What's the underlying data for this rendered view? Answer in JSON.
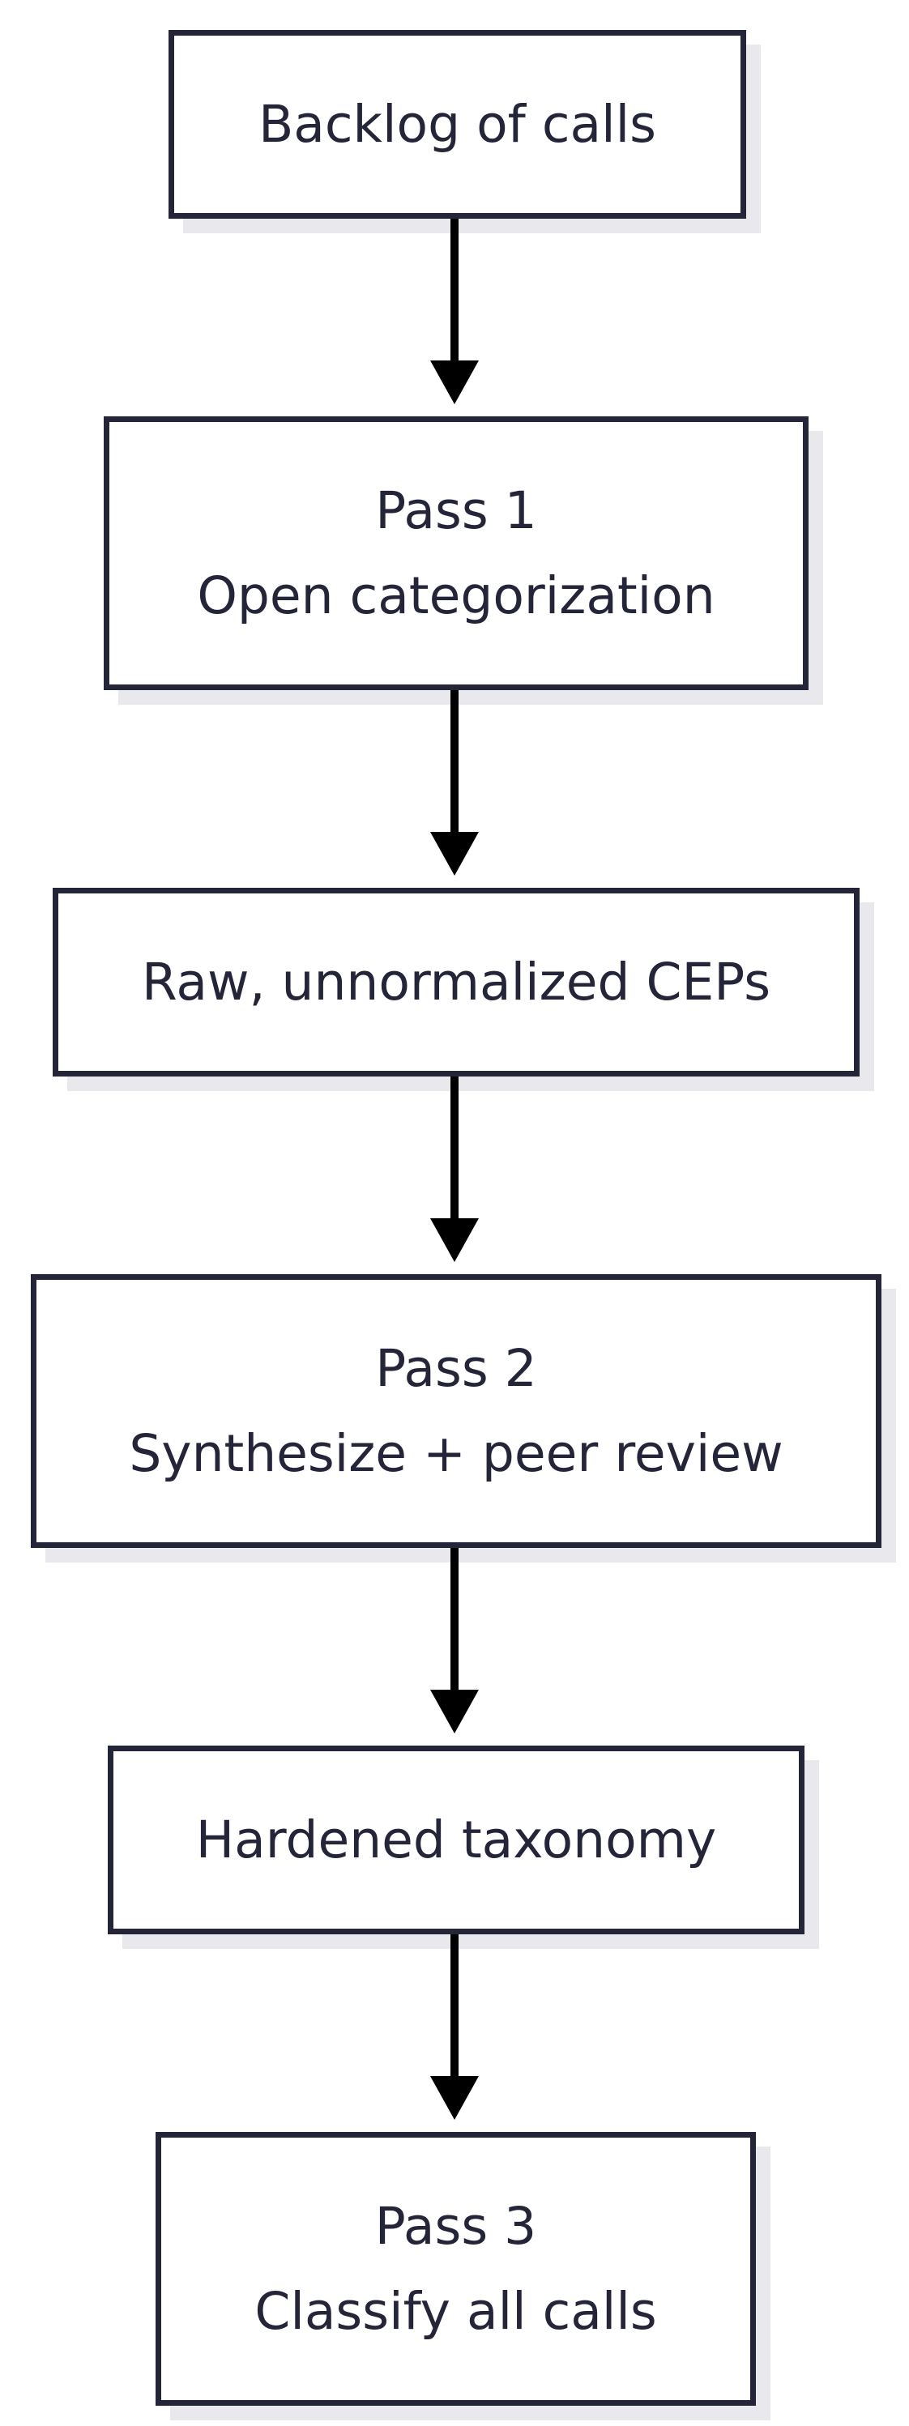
{
  "nodes": [
    {
      "id": "backlog",
      "lines": [
        "Backlog of calls"
      ]
    },
    {
      "id": "pass1",
      "lines": [
        "Pass 1",
        "Open categorization"
      ]
    },
    {
      "id": "raw-ceps",
      "lines": [
        "Raw, unnormalized CEPs"
      ]
    },
    {
      "id": "pass2",
      "lines": [
        "Pass 2",
        "Synthesize + peer review"
      ]
    },
    {
      "id": "taxonomy",
      "lines": [
        "Hardened taxonomy"
      ]
    },
    {
      "id": "pass3",
      "lines": [
        "Pass 3",
        "Classify all calls"
      ]
    }
  ],
  "edges": [
    {
      "from": "backlog",
      "to": "pass1"
    },
    {
      "from": "pass1",
      "to": "raw-ceps"
    },
    {
      "from": "raw-ceps",
      "to": "pass2"
    },
    {
      "from": "pass2",
      "to": "taxonomy"
    },
    {
      "from": "taxonomy",
      "to": "pass3"
    }
  ],
  "colors": {
    "box_border": "#25253a",
    "text": "#25253a",
    "arrow": "#000000",
    "shadow": "#e9e9ed",
    "background": "#ffffff"
  }
}
